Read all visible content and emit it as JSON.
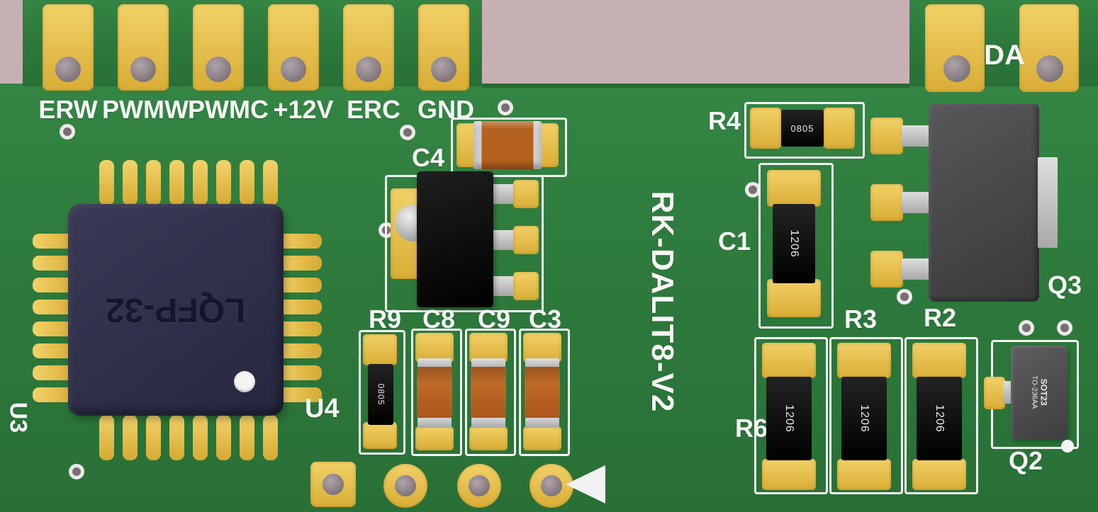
{
  "board": {
    "name": "RK-DALIT8-V2",
    "colors": {
      "background": "#c7b0b4",
      "pcb_green": "#2d7a3c",
      "pad_gold": "#e3bb44",
      "silkscreen_white": "#f4f4f4",
      "ic_navy": "#2d2d46",
      "chip_black": "#0d0d0d",
      "capacitor_orange": "#b4601f",
      "metal_silver": "#cccccc"
    }
  },
  "connector_labels": {
    "pins": [
      "ERW",
      "PWMW",
      "PWMC",
      "+12V",
      "ERC",
      "GND"
    ],
    "da": "DA"
  },
  "components": {
    "u3": {
      "ref": "U3",
      "marking": "LQFP-32"
    },
    "u4": {
      "ref": "U4"
    },
    "c4": {
      "ref": "C4"
    },
    "r9": {
      "ref": "R9",
      "marking": "0805"
    },
    "c8": {
      "ref": "C8"
    },
    "c9": {
      "ref": "C9"
    },
    "c3": {
      "ref": "C3"
    },
    "r4": {
      "ref": "R4",
      "marking": "0805"
    },
    "c1": {
      "ref": "C1",
      "marking": "1206"
    },
    "r3": {
      "ref": "R3",
      "marking": "1206"
    },
    "r2": {
      "ref": "R2",
      "marking": "1206"
    },
    "r6": {
      "ref": "R6",
      "marking": "1206"
    },
    "q3": {
      "ref": "Q3"
    },
    "q2": {
      "ref": "Q2",
      "marking_line1": "SOT23",
      "marking_line2": "TO-236AA"
    }
  }
}
